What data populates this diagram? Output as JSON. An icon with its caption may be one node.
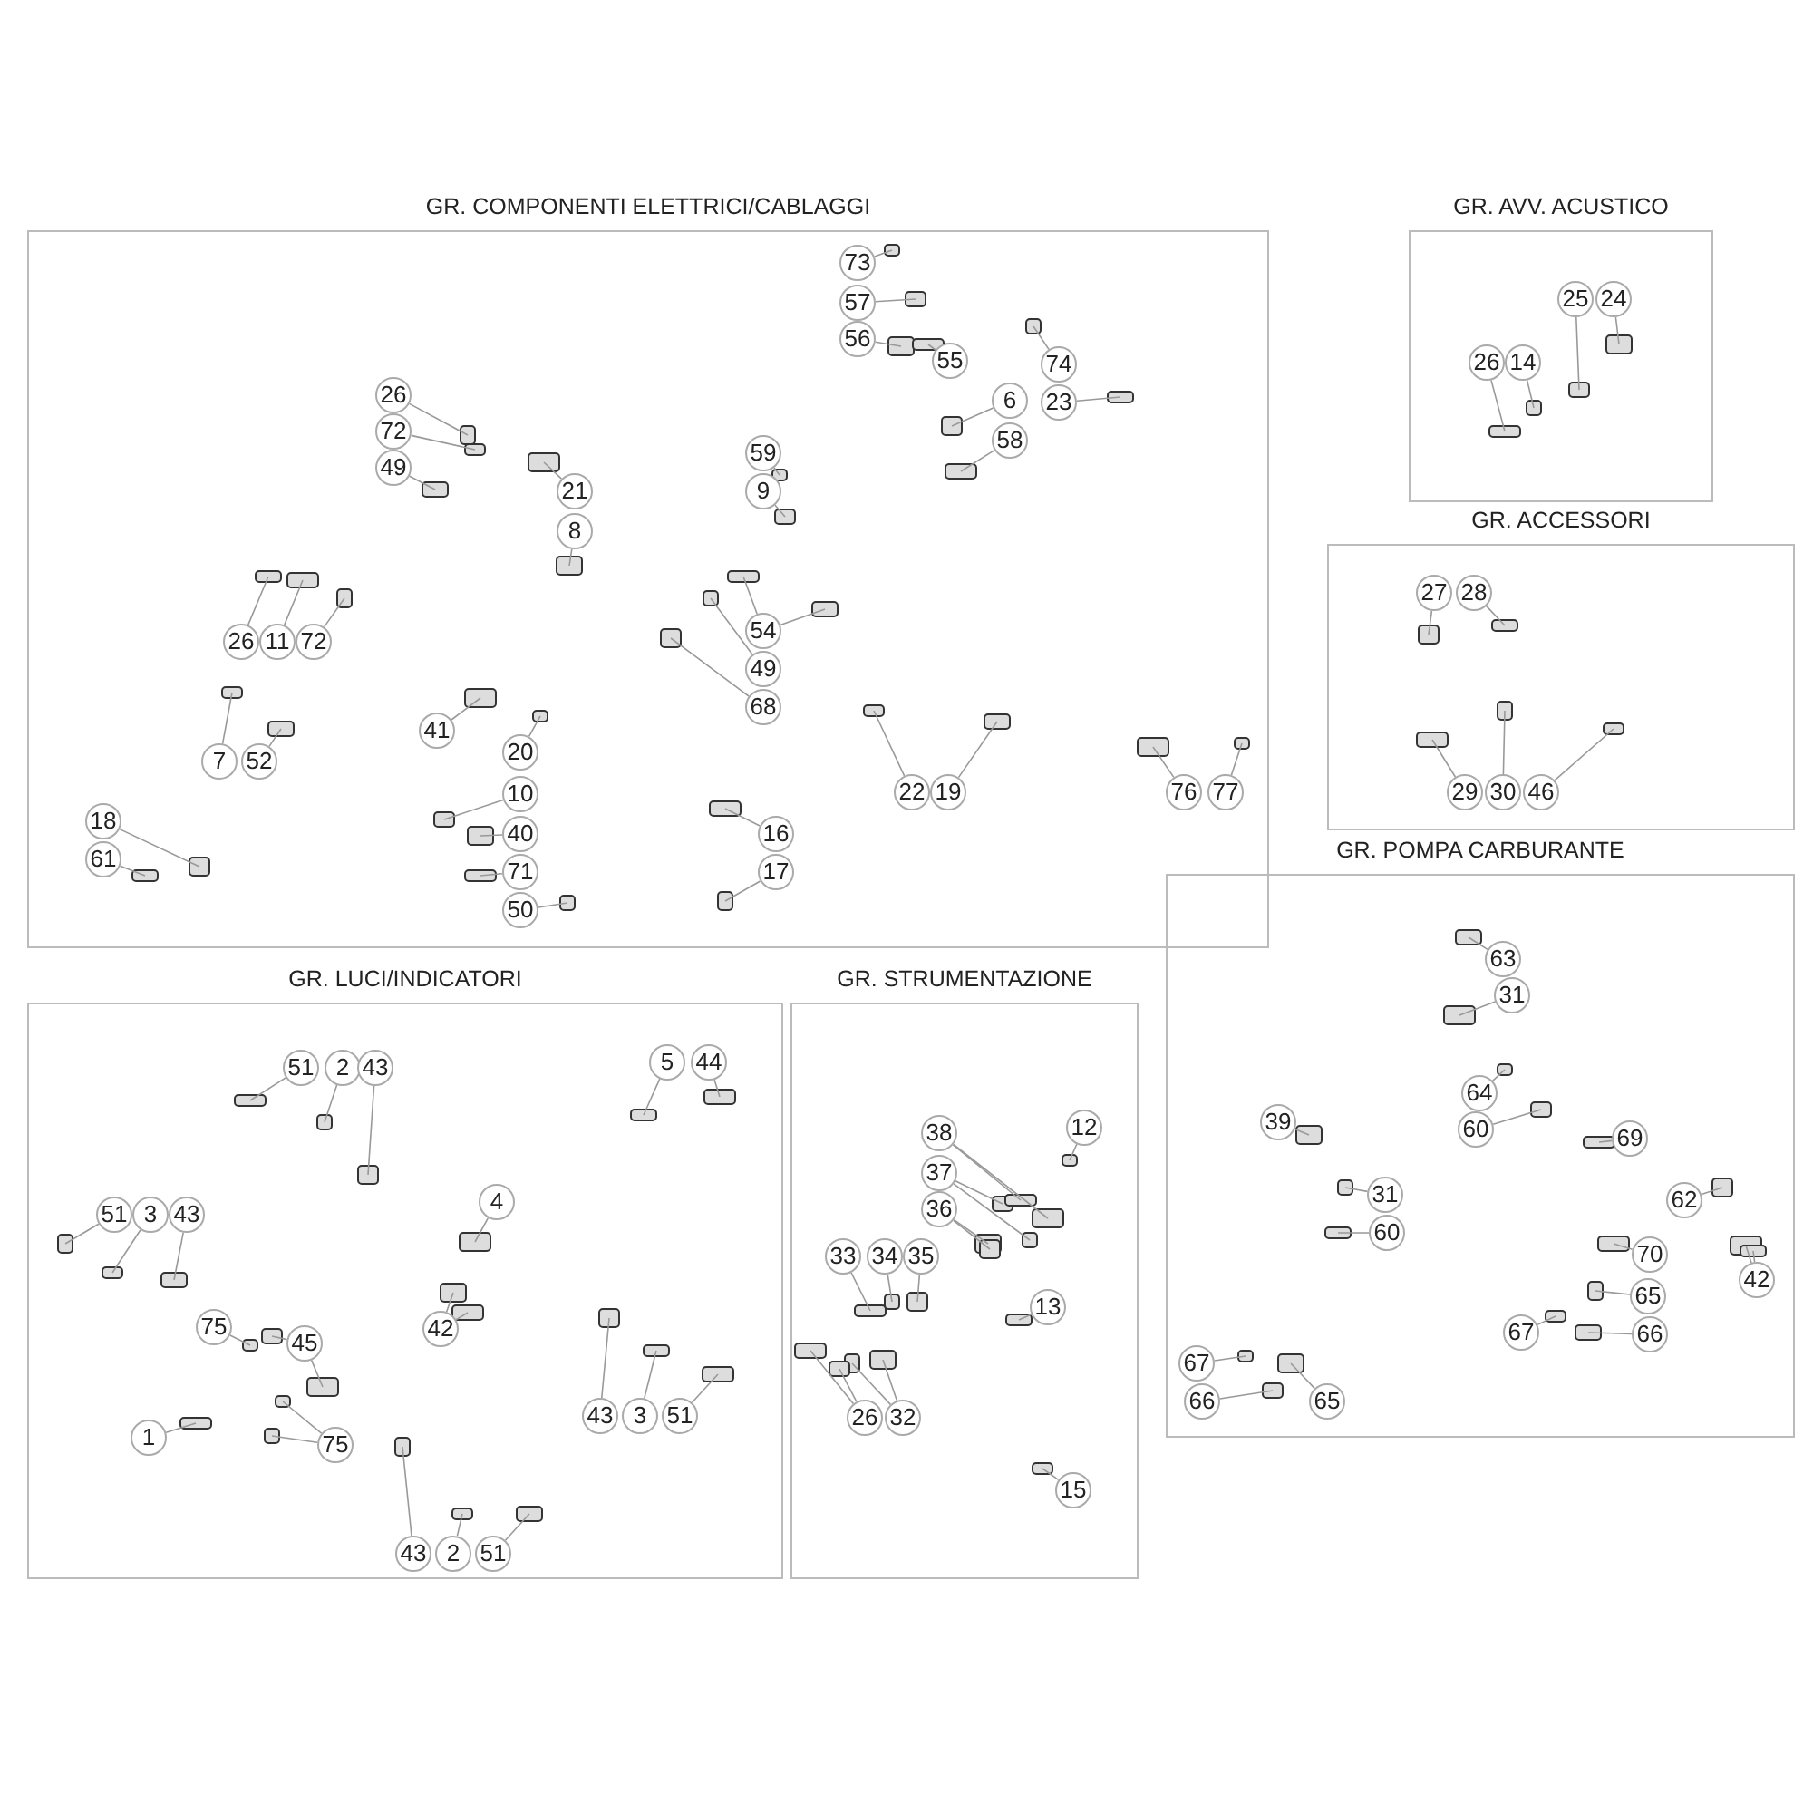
{
  "diagram": {
    "nodes": [
      {
        "text": [
          "GR. COMPONENTI ELETTRICI/CABLAGGI"
        ]
      },
      {
        "text": [
          "73"
        ],
        "in": 0
      },
      {
        "text": [
          "57"
        ],
        "in": 0
      },
      {
        "text": [
          "56"
        ],
        "in": 0
      },
      {
        "text": [
          "55"
        ],
        "in": 0
      },
      {
        "text": [
          "74"
        ],
        "in": 0
      },
      {
        "text": [
          "6"
        ],
        "in": 0
      },
      {
        "text": [
          "23"
        ],
        "in": 0
      },
      {
        "text": [
          "58"
        ],
        "in": 0
      },
      {
        "text": [
          "26"
        ],
        "in": 0
      },
      {
        "text": [
          "72"
        ],
        "in": 0
      },
      {
        "text": [
          "49"
        ],
        "in": 0
      },
      {
        "text": [
          "21"
        ],
        "in": 0
      },
      {
        "text": [
          "59"
        ],
        "in": 0
      },
      {
        "text": [
          "9"
        ],
        "in": 0
      },
      {
        "text": [
          "8"
        ],
        "in": 0
      },
      {
        "text": [
          "54"
        ],
        "in": 0
      },
      {
        "text": [
          "49"
        ],
        "in": 0
      },
      {
        "text": [
          "68"
        ],
        "in": 0
      },
      {
        "text": [
          "26"
        ],
        "in": 0
      },
      {
        "text": [
          "11"
        ],
        "in": 0
      },
      {
        "text": [
          "72"
        ],
        "in": 0
      },
      {
        "text": [
          "7"
        ],
        "in": 0
      },
      {
        "text": [
          "52"
        ],
        "in": 0
      },
      {
        "text": [
          "41"
        ],
        "in": 0
      },
      {
        "text": [
          "20"
        ],
        "in": 0
      },
      {
        "text": [
          "10"
        ],
        "in": 0
      },
      {
        "text": [
          "40"
        ],
        "in": 0
      },
      {
        "text": [
          "71"
        ],
        "in": 0
      },
      {
        "text": [
          "50"
        ],
        "in": 0
      },
      {
        "text": [
          "18"
        ],
        "in": 0
      },
      {
        "text": [
          "61"
        ],
        "in": 0
      },
      {
        "text": [
          "16"
        ],
        "in": 0
      },
      {
        "text": [
          "17"
        ],
        "in": 0
      },
      {
        "text": [
          "22"
        ],
        "in": 0
      },
      {
        "text": [
          "19"
        ],
        "in": 0
      },
      {
        "text": [
          "76"
        ],
        "in": 0
      },
      {
        "text": [
          "77"
        ],
        "in": 0
      },
      {
        "text": [
          "GR. AVV. ACUSTICO"
        ]
      },
      {
        "text": [
          "25"
        ],
        "in": 38
      },
      {
        "text": [
          "24"
        ],
        "in": 38
      },
      {
        "text": [
          "26"
        ],
        "in": 38
      },
      {
        "text": [
          "14"
        ],
        "in": 38
      },
      {
        "text": [
          "GR. ACCESSORI"
        ]
      },
      {
        "text": [
          "27"
        ],
        "in": 43
      },
      {
        "text": [
          "28"
        ],
        "in": 43
      },
      {
        "text": [
          "29"
        ],
        "in": 43
      },
      {
        "text": [
          "30"
        ],
        "in": 43
      },
      {
        "text": [
          "46"
        ],
        "in": 43
      },
      {
        "text": [
          "GR. POMPA CARBURANTE"
        ]
      },
      {
        "text": [
          "63"
        ],
        "in": 49
      },
      {
        "text": [
          "31"
        ],
        "in": 49
      },
      {
        "text": [
          "64"
        ],
        "in": 49
      },
      {
        "text": [
          "60"
        ],
        "in": 49
      },
      {
        "text": [
          "39"
        ],
        "in": 49
      },
      {
        "text": [
          "69"
        ],
        "in": 49
      },
      {
        "text": [
          "31"
        ],
        "in": 49
      },
      {
        "text": [
          "62"
        ],
        "in": 49
      },
      {
        "text": [
          "60"
        ],
        "in": 49
      },
      {
        "text": [
          "70"
        ],
        "in": 49
      },
      {
        "text": [
          "65"
        ],
        "in": 49
      },
      {
        "text": [
          "67"
        ],
        "in": 49
      },
      {
        "text": [
          "66"
        ],
        "in": 49
      },
      {
        "text": [
          "42"
        ],
        "in": 49
      },
      {
        "text": [
          "67"
        ],
        "in": 49
      },
      {
        "text": [
          "66"
        ],
        "in": 49
      },
      {
        "text": [
          "65"
        ],
        "in": 49
      },
      {
        "text": [
          "GR. LUCI/INDICATORI"
        ]
      },
      {
        "text": [
          "51"
        ],
        "in": 67
      },
      {
        "text": [
          "2"
        ],
        "in": 67
      },
      {
        "text": [
          "43"
        ],
        "in": 67
      },
      {
        "text": [
          "5"
        ],
        "in": 67
      },
      {
        "text": [
          "44"
        ],
        "in": 67
      },
      {
        "text": [
          "51"
        ],
        "in": 67
      },
      {
        "text": [
          "3"
        ],
        "in": 67
      },
      {
        "text": [
          "43"
        ],
        "in": 67
      },
      {
        "text": [
          "4"
        ],
        "in": 67
      },
      {
        "text": [
          "75"
        ],
        "in": 67
      },
      {
        "text": [
          "45"
        ],
        "in": 67
      },
      {
        "text": [
          "42"
        ],
        "in": 67
      },
      {
        "text": [
          "1"
        ],
        "in": 67
      },
      {
        "text": [
          "75"
        ],
        "in": 67
      },
      {
        "text": [
          "43"
        ],
        "in": 67
      },
      {
        "text": [
          "3"
        ],
        "in": 67
      },
      {
        "text": [
          "51"
        ],
        "in": 67
      },
      {
        "text": [
          "43"
        ],
        "in": 67
      },
      {
        "text": [
          "2"
        ],
        "in": 67
      },
      {
        "text": [
          "51"
        ],
        "in": 67
      },
      {
        "text": [
          "GR. STRUMENTAZIONE"
        ]
      },
      {
        "text": [
          "38"
        ],
        "in": 88
      },
      {
        "text": [
          "12"
        ],
        "in": 88
      },
      {
        "text": [
          "37"
        ],
        "in": 88
      },
      {
        "text": [
          "36"
        ],
        "in": 88
      },
      {
        "text": [
          "33"
        ],
        "in": 88
      },
      {
        "text": [
          "34"
        ],
        "in": 88
      },
      {
        "text": [
          "35"
        ],
        "in": 88
      },
      {
        "text": [
          "13"
        ],
        "in": 88
      },
      {
        "text": [
          "26"
        ],
        "in": 88
      },
      {
        "text": [
          "32"
        ],
        "in": 88
      },
      {
        "text": [
          "15"
        ],
        "in": 88
      }
    ],
    "edges": [
      {
        "from": 1,
        "to": null,
        "arrow": "none"
      },
      {
        "from": 2,
        "to": null,
        "arrow": "none"
      },
      {
        "from": 3,
        "to": null,
        "arrow": "none"
      },
      {
        "from": 4,
        "to": null,
        "arrow": "none"
      },
      {
        "from": 5,
        "to": null,
        "arrow": "none"
      },
      {
        "from": 6,
        "to": null,
        "arrow": "none"
      },
      {
        "from": 7,
        "to": null,
        "arrow": "none"
      },
      {
        "from": 8,
        "to": null,
        "arrow": "none"
      },
      {
        "from": 9,
        "to": null,
        "arrow": "none"
      },
      {
        "from": 10,
        "to": null,
        "arrow": "none"
      },
      {
        "from": 11,
        "to": null,
        "arrow": "none"
      },
      {
        "from": 12,
        "to": null,
        "arrow": "none"
      },
      {
        "from": 13,
        "to": null,
        "arrow": "none"
      },
      {
        "from": 14,
        "to": null,
        "arrow": "none"
      },
      {
        "from": 15,
        "to": null,
        "arrow": "none"
      },
      {
        "from": 16,
        "to": null,
        "arrow": "none"
      },
      {
        "from": 17,
        "to": null,
        "arrow": "none"
      },
      {
        "from": 18,
        "to": null,
        "arrow": "none"
      },
      {
        "from": 19,
        "to": null,
        "arrow": "none"
      },
      {
        "from": 20,
        "to": null,
        "arrow": "none"
      },
      {
        "from": 21,
        "to": null,
        "arrow": "none"
      },
      {
        "from": 22,
        "to": null,
        "arrow": "none"
      },
      {
        "from": 23,
        "to": null,
        "arrow": "none"
      },
      {
        "from": 24,
        "to": null,
        "arrow": "none"
      },
      {
        "from": 25,
        "to": null,
        "arrow": "none"
      },
      {
        "from": 26,
        "to": null,
        "arrow": "none"
      },
      {
        "from": 27,
        "to": null,
        "arrow": "none"
      },
      {
        "from": 28,
        "to": null,
        "arrow": "none"
      },
      {
        "from": 29,
        "to": null,
        "arrow": "none"
      },
      {
        "from": 30,
        "to": null,
        "arrow": "none"
      },
      {
        "from": 31,
        "to": null,
        "arrow": "none"
      },
      {
        "from": 32,
        "to": null,
        "arrow": "none"
      },
      {
        "from": 33,
        "to": null,
        "arrow": "none"
      },
      {
        "from": 34,
        "to": null,
        "arrow": "none"
      },
      {
        "from": 35,
        "to": null,
        "arrow": "none"
      },
      {
        "from": 36,
        "to": null,
        "arrow": "none"
      },
      {
        "from": 37,
        "to": null,
        "arrow": "none"
      },
      {
        "from": 39,
        "to": null,
        "arrow": "none"
      },
      {
        "from": 40,
        "to": null,
        "arrow": "none"
      },
      {
        "from": 41,
        "to": null,
        "arrow": "none"
      },
      {
        "from": 42,
        "to": null,
        "arrow": "none"
      },
      {
        "from": 44,
        "to": null,
        "arrow": "none"
      },
      {
        "from": 45,
        "to": null,
        "arrow": "none"
      },
      {
        "from": 46,
        "to": null,
        "arrow": "none"
      },
      {
        "from": 47,
        "to": null,
        "arrow": "none"
      },
      {
        "from": 48,
        "to": null,
        "arrow": "none"
      },
      {
        "from": 50,
        "to": null,
        "arrow": "none"
      },
      {
        "from": 51,
        "to": null,
        "arrow": "none"
      },
      {
        "from": 52,
        "to": null,
        "arrow": "none"
      },
      {
        "from": 53,
        "to": null,
        "arrow": "none"
      },
      {
        "from": 54,
        "to": null,
        "arrow": "none"
      },
      {
        "from": 55,
        "to": null,
        "arrow": "none"
      },
      {
        "from": 56,
        "to": null,
        "arrow": "none"
      },
      {
        "from": 57,
        "to": null,
        "arrow": "none"
      },
      {
        "from": 58,
        "to": null,
        "arrow": "none"
      },
      {
        "from": 59,
        "to": null,
        "arrow": "none"
      },
      {
        "from": 60,
        "to": null,
        "arrow": "none"
      },
      {
        "from": 61,
        "to": null,
        "arrow": "none"
      },
      {
        "from": 62,
        "to": null,
        "arrow": "none"
      },
      {
        "from": 63,
        "to": null,
        "arrow": "none"
      },
      {
        "from": 64,
        "to": null,
        "arrow": "none"
      },
      {
        "from": 65,
        "to": null,
        "arrow": "none"
      },
      {
        "from": 66,
        "to": null,
        "arrow": "none"
      },
      {
        "from": 68,
        "to": null,
        "arrow": "none"
      },
      {
        "from": 69,
        "to": null,
        "arrow": "none"
      },
      {
        "from": 70,
        "to": null,
        "arrow": "none"
      },
      {
        "from": 71,
        "to": null,
        "arrow": "none"
      },
      {
        "from": 72,
        "to": null,
        "arrow": "none"
      },
      {
        "from": 73,
        "to": null,
        "arrow": "none"
      },
      {
        "from": 74,
        "to": null,
        "arrow": "none"
      },
      {
        "from": 75,
        "to": null,
        "arrow": "none"
      },
      {
        "from": 76,
        "to": null,
        "arrow": "none"
      },
      {
        "from": 77,
        "to": null,
        "arrow": "none"
      },
      {
        "from": 78,
        "to": null,
        "arrow": "none"
      },
      {
        "from": 79,
        "to": null,
        "arrow": "none"
      },
      {
        "from": 80,
        "to": null,
        "arrow": "none"
      },
      {
        "from": 81,
        "to": null,
        "arrow": "none"
      },
      {
        "from": 82,
        "to": null,
        "arrow": "none"
      },
      {
        "from": 83,
        "to": null,
        "arrow": "none"
      },
      {
        "from": 84,
        "to": null,
        "arrow": "none"
      },
      {
        "from": 85,
        "to": null,
        "arrow": "none"
      },
      {
        "from": 86,
        "to": null,
        "arrow": "none"
      },
      {
        "from": 87,
        "to": null,
        "arrow": "none"
      },
      {
        "from": 89,
        "to": null,
        "arrow": "none"
      },
      {
        "from": 90,
        "to": null,
        "arrow": "none"
      },
      {
        "from": 91,
        "to": null,
        "arrow": "none"
      },
      {
        "from": 92,
        "to": null,
        "arrow": "none"
      },
      {
        "from": 93,
        "to": null,
        "arrow": "none"
      },
      {
        "from": 94,
        "to": null,
        "arrow": "none"
      },
      {
        "from": 95,
        "to": null,
        "arrow": "none"
      },
      {
        "from": 96,
        "to": null,
        "arrow": "none"
      },
      {
        "from": 97,
        "to": null,
        "arrow": "none"
      },
      {
        "from": 98,
        "to": null,
        "arrow": "none"
      },
      {
        "from": 99,
        "to": null,
        "arrow": "none"
      },
      {
        "from": 16,
        "to": null,
        "arrow": "none"
      },
      {
        "from": 78,
        "to": null,
        "arrow": "none"
      },
      {
        "from": 81,
        "to": null,
        "arrow": "none"
      },
      {
        "from": 97,
        "to": null,
        "arrow": "none"
      },
      {
        "from": 98,
        "to": null,
        "arrow": "none"
      },
      {
        "from": 89,
        "to": null,
        "arrow": "none"
      },
      {
        "from": 91,
        "to": null,
        "arrow": "none"
      },
      {
        "from": 92,
        "to": null,
        "arrow": "none"
      },
      {
        "from": 63,
        "to": null,
        "arrow": "none"
      },
      {
        "from": 79,
        "to": null,
        "arrow": "none"
      }
    ]
  }
}
